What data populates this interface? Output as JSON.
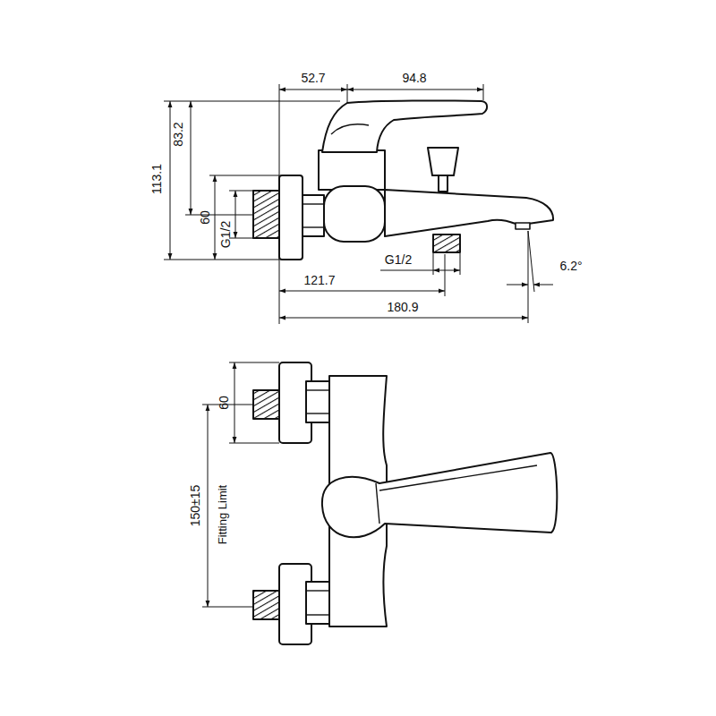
{
  "diagram": {
    "labels": [
      "52.7",
      "94.8",
      "113.1",
      "83.2",
      "60",
      "G1/2",
      "G1/2",
      "121.7",
      "180.9",
      "6.2°",
      "60",
      "150±15",
      "Fitting Limit"
    ]
  }
}
